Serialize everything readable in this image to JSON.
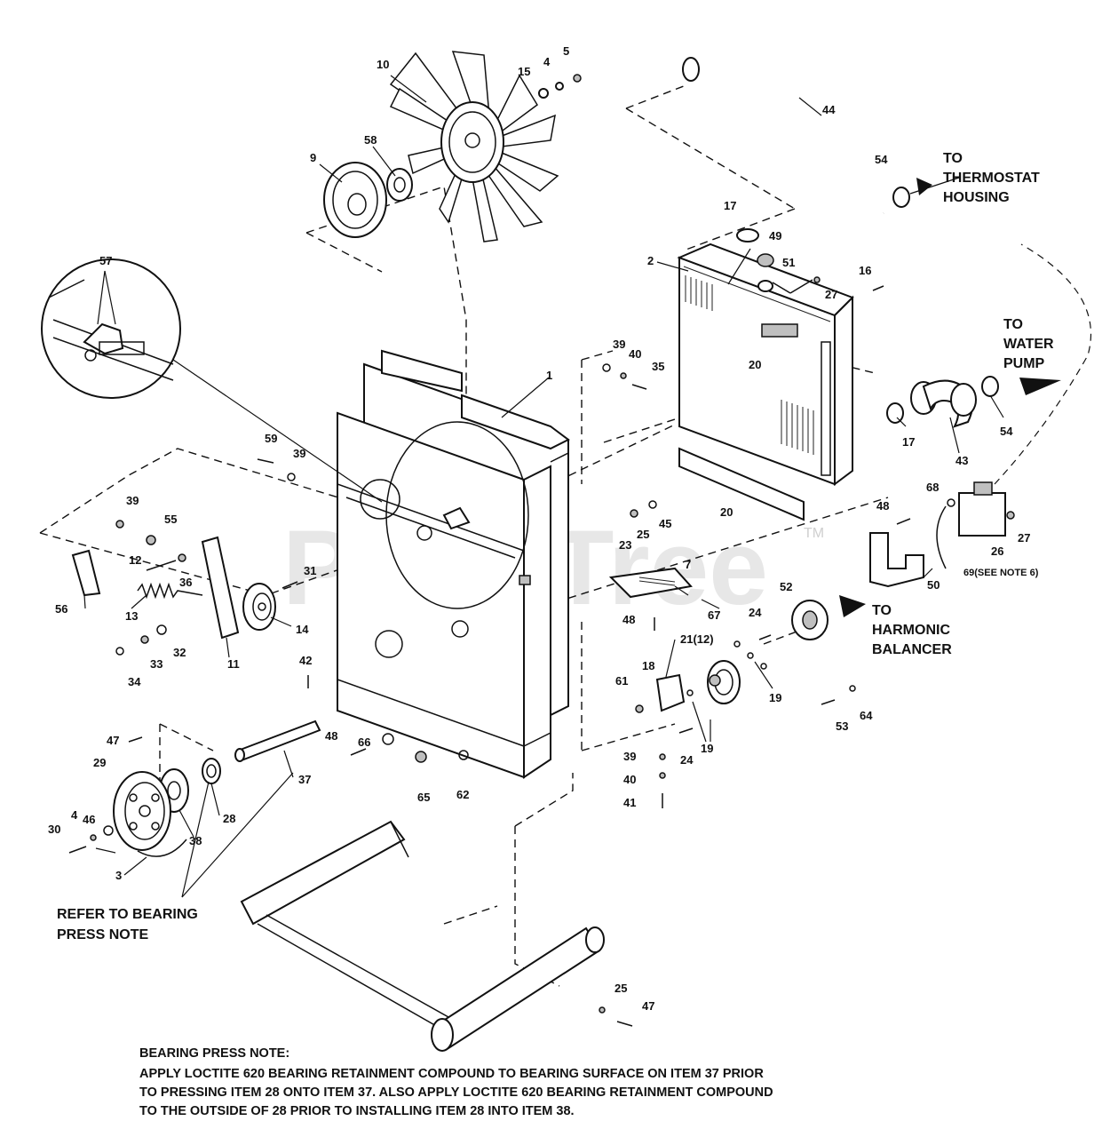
{
  "watermark": {
    "text": "PartsTree",
    "tm": "TM"
  },
  "part_numbers": [
    "1",
    "2",
    "3",
    "4",
    "4",
    "5",
    "7",
    "9",
    "10",
    "11",
    "12",
    "13",
    "14",
    "15",
    "16",
    "17",
    "17",
    "18",
    "19",
    "19",
    "20",
    "20",
    "21(12)",
    "23",
    "24",
    "24",
    "25",
    "25",
    "26",
    "27",
    "27",
    "28",
    "29",
    "30",
    "31",
    "32",
    "33",
    "34",
    "35",
    "36",
    "37",
    "38",
    "39",
    "39",
    "39",
    "39",
    "40",
    "40",
    "41",
    "42",
    "43",
    "44",
    "45",
    "46",
    "47",
    "47",
    "48",
    "48",
    "48",
    "49",
    "50",
    "51",
    "52",
    "53",
    "54",
    "54",
    "55",
    "56",
    "57",
    "58",
    "59",
    "61",
    "62",
    "64",
    "65",
    "66",
    "67",
    "68",
    "69(SEE NOTE 6)"
  ],
  "callouts": {
    "thermostat": [
      "TO",
      "THERMOSTAT",
      "HOUSING"
    ],
    "water_pump": [
      "TO",
      "WATER",
      "PUMP"
    ],
    "harmonic": [
      "TO",
      "HARMONIC",
      "BALANCER"
    ],
    "refer": [
      "REFER TO BEARING",
      "PRESS NOTE"
    ]
  },
  "note": {
    "title": "BEARING PRESS NOTE:",
    "lines": [
      "APPLY LOCTITE 620 BEARING RETAINMENT COMPOUND TO BEARING SURFACE ON ITEM 37 PRIOR",
      "TO PRESSING ITEM 28 ONTO ITEM 37. ALSO APPLY LOCTITE 620 BEARING RETAINMENT COMPOUND",
      "TO THE OUTSIDE OF 28 PRIOR TO INSTALLING ITEM 28 INTO ITEM 38."
    ]
  }
}
